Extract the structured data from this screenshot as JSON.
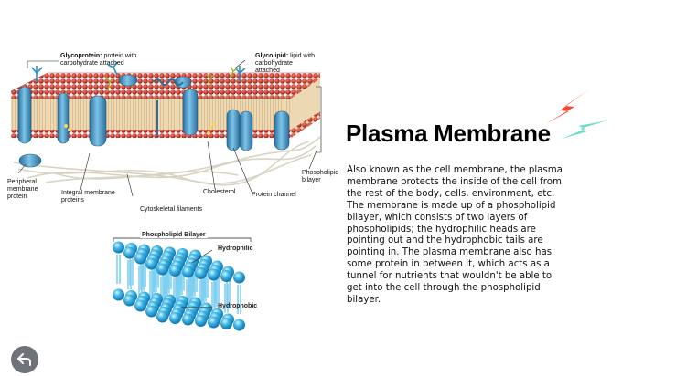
{
  "slide": {
    "title": "Plasma Membrane",
    "description": "Also known as the cell membrane, the plasma membrane protects the inside of the cell from the rest of the body, cells, environment, etc. The membrane is made up of a phospholipid bilayer, which consists of two layers of phospholipids; the hydrophilic heads are pointing out and the hydrophobic tails are pointing in. The plasma membrane also has some protein in between it, which acts as a tunnel for nutrients that wouldn't be able to get into the cell through the phospholipid bilayer."
  },
  "diagram1": {
    "glycoprotein_term": "Glycoprotein:",
    "glycoprotein_desc_1": "protein with",
    "glycoprotein_desc_2": "carbohydrate attached",
    "glycolipid_term": "Glycolipid:",
    "glycolipid_desc_1": "lipid with",
    "glycolipid_desc_2": "carbohydrate",
    "glycolipid_desc_3": "attached",
    "peripheral_1": "Peripheral",
    "peripheral_2": "membrane",
    "peripheral_3": "protein",
    "integral_1": "Integral membrane",
    "integral_2": "proteins",
    "cytoskeletal": "Cytoskeletal filaments",
    "cholesterol": "Cholesterol",
    "protein_channel": "Protein channel",
    "phospholipid_1": "Phospholipid",
    "phospholipid_2": "bilayer"
  },
  "diagram2": {
    "title": "Phospholipid Bilayer",
    "hydrophilic": "Hydrophilic",
    "hydrophobic": "Hydrophobic"
  },
  "colors": {
    "head_red": "#c8392b",
    "protein_blue": "#4a9cc9",
    "sphere_blue": "#3fb8e8",
    "accent_red": "#f04a30",
    "accent_teal": "#6fd9cf"
  },
  "controls": {
    "back_icon": "back-arrow-icon"
  }
}
